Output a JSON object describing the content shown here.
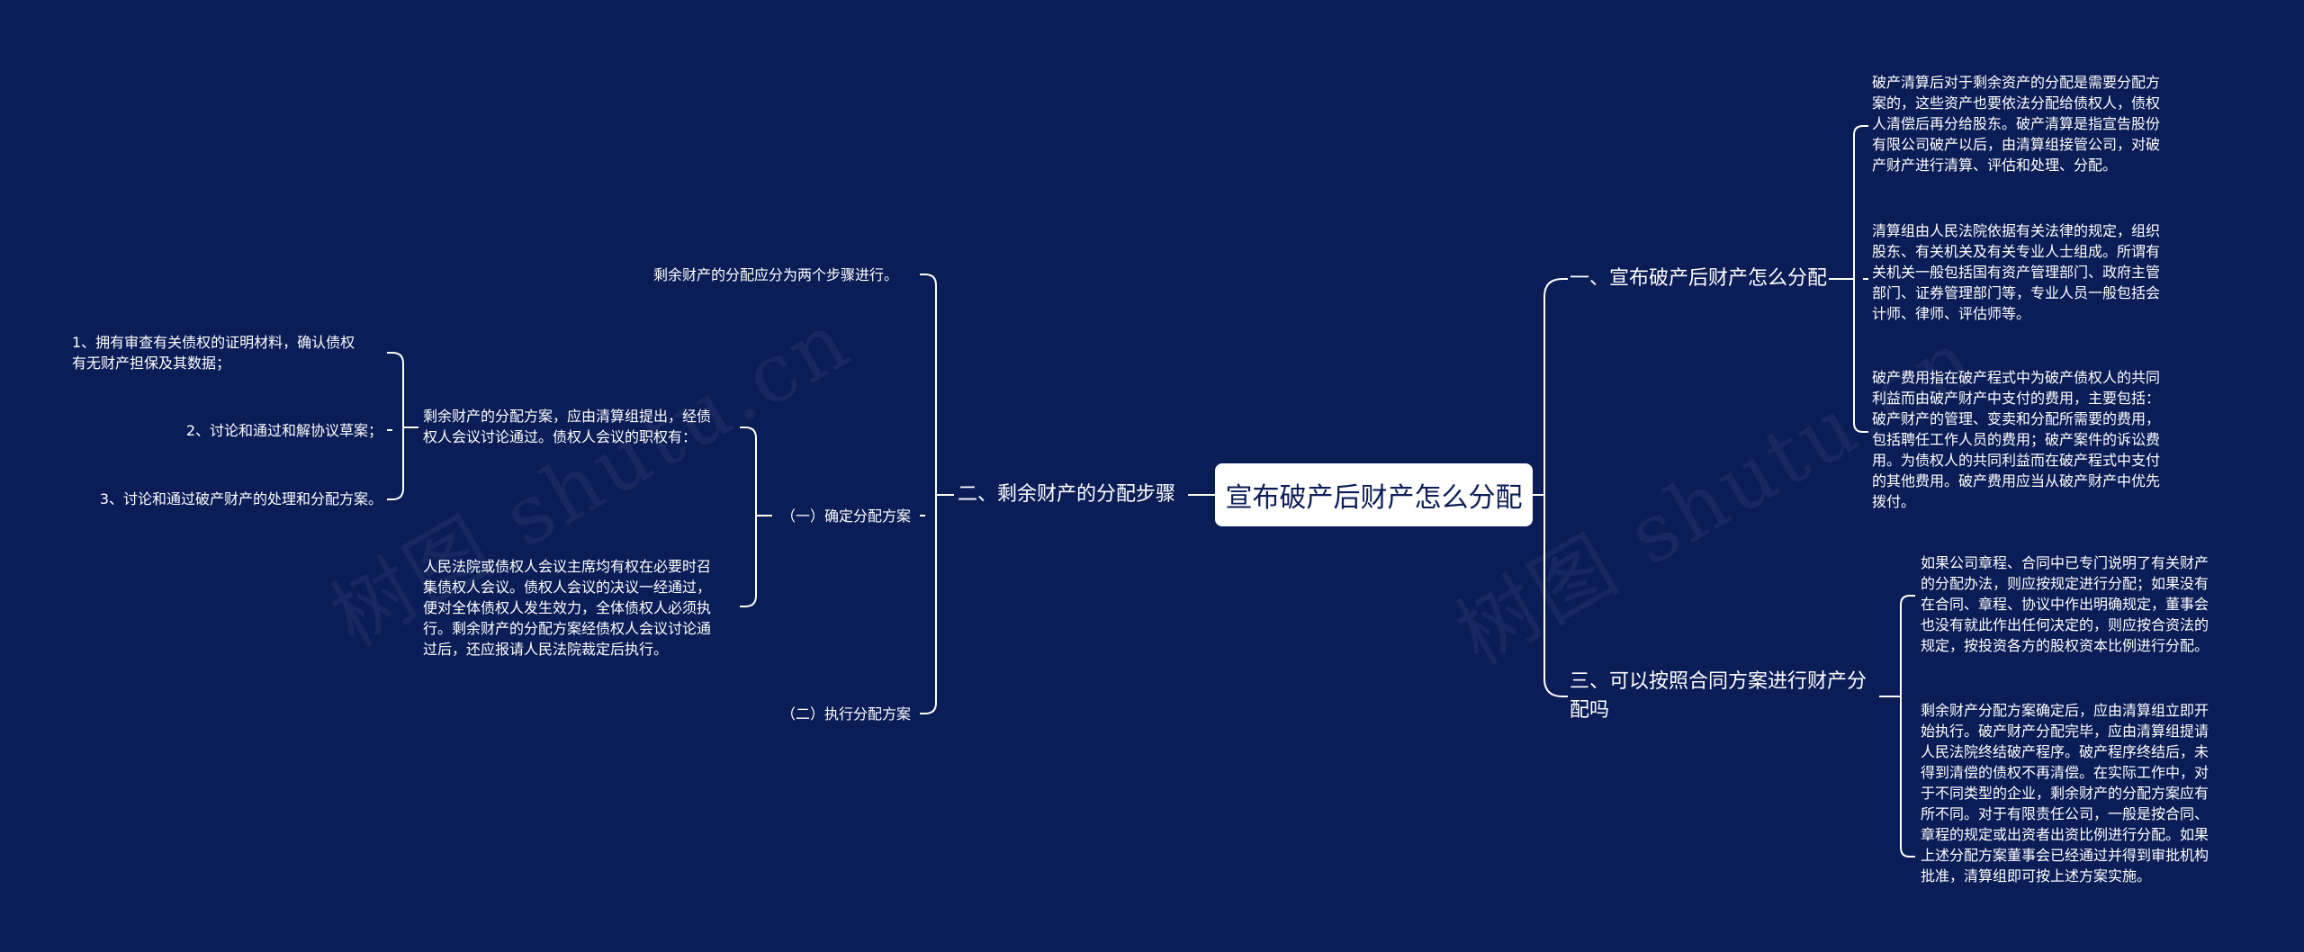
{
  "root": {
    "label": "宣布破产后财产怎么分配"
  },
  "right": {
    "b1": {
      "label": "一、宣布破产后财产怎么分配",
      "leaves": [
        "破产清算后对于剩余资产的分配是需要分配方\n案的，这些资产也要依法分配给债权人，债权\n人清偿后再分给股东。破产清算是指宣告股份\n有限公司破产以后，由清算组接管公司，对破\n产财产进行清算、评估和处理、分配。",
        "清算组由人民法院依据有关法律的规定，组织\n股东、有关机关及有关专业人士组成。所谓有\n关机关一般包括国有资产管理部门、政府主管\n部门、证券管理部门等，专业人员一般包括会\n计师、律师、评估师等。",
        "破产费用指在破产程式中为破产债权人的共同\n利益而由破产财产中支付的费用，主要包括：\n破产财产的管理、变卖和分配所需要的费用，\n包括聘任工作人员的费用；破产案件的诉讼费\n用。为债权人的共同利益而在破产程式中支付\n的其他费用。破产费用应当从破产财产中优先\n拨付。"
      ]
    },
    "b3": {
      "label": "三、可以按照合同方案进行财产分\n配吗",
      "leaves": [
        "如果公司章程、合同中已专门说明了有关财产\n的分配办法，则应按规定进行分配；如果没有\n在合同、章程、协议中作出明确规定，董事会\n也没有就此作出任何决定的，则应按合资法的\n规定，按投资各方的股权资本比例进行分配。",
        "剩余财产分配方案确定后，应由清算组立即开\n始执行。破产财产分配完毕，应由清算组提请\n人民法院终结破产程序。破产程序终结后，未\n得到清偿的债权不再清偿。在实际工作中，对\n于不同类型的企业，剩余财产的分配方案应有\n所不同。对于有限责任公司，一般是按合同、\n章程的规定或出资者出资比例进行分配。如果\n上述分配方案董事会已经通过并得到审批机构\n批准，清算组即可按上述方案实施。"
      ]
    }
  },
  "left": {
    "b2": {
      "label": "二、剩余财产的分配步骤",
      "intro": "剩余财产的分配应分为两个步骤进行。",
      "step1": {
        "label": "（一）确定分配方案",
        "sub1": {
          "text": "剩余财产的分配方案，应由清算组提出，经债\n权人会议讨论通过。债权人会议的职权有：",
          "items": [
            "1、拥有审查有关债权的证明材料，确认债权\n有无财产担保及其数据；",
            "2、讨论和通过和解协议草案；",
            "3、讨论和通过破产财产的处理和分配方案。"
          ]
        },
        "sub2": "人民法院或债权人会议主席均有权在必要时召\n集债权人会议。债权人会议的决议一经通过，\n便对全体债权人发生效力，全体债权人必须执\n行。剩余财产的分配方案经债权人会议讨论通\n过后，还应报请人民法院裁定后执行。"
      },
      "step2": {
        "label": "（二）执行分配方案"
      }
    }
  },
  "watermark": "树图 shutu.cn",
  "colors": {
    "background": "#0b1d57",
    "line": "#ffffff",
    "root_bg": "#ffffff",
    "root_text": "#0b1d57"
  }
}
